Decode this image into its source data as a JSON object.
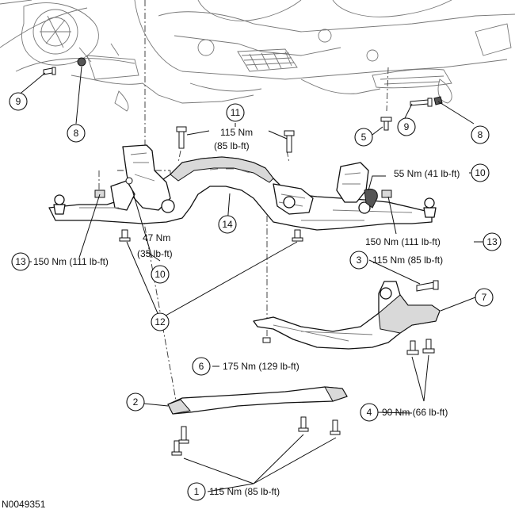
{
  "callouts": {
    "c1": {
      "num": "1",
      "text": "115 Nm (85 lb-ft)"
    },
    "c2": {
      "num": "2"
    },
    "c3": {
      "num": "3",
      "text": "115 Nm (85 lb-ft)"
    },
    "c4": {
      "num": "4",
      "text": "90 Nm (66 lb-ft)"
    },
    "c5": {
      "num": "5"
    },
    "c6": {
      "num": "6",
      "text": "175 Nm (129 lb-ft)"
    },
    "c7": {
      "num": "7"
    },
    "c8a": {
      "num": "8"
    },
    "c8b": {
      "num": "8"
    },
    "c9a": {
      "num": "9"
    },
    "c9b": {
      "num": "9"
    },
    "c10a": {
      "num": "10",
      "text_line1": "47 Nm",
      "text_line2": "(35 lb-ft)"
    },
    "c10b": {
      "num": "10",
      "text": "55 Nm (41 lb-ft)"
    },
    "c11": {
      "num": "11",
      "text_line1": "115 Nm",
      "text_line2": "(85 lb-ft)"
    },
    "c12": {
      "num": "12"
    },
    "c13a": {
      "num": "13",
      "text": "150 Nm (111 lb-ft)"
    },
    "c13b": {
      "num": "13",
      "text": "150 Nm (111 lb-ft)"
    },
    "c14": {
      "num": "14"
    }
  },
  "figure_id": "N0049351"
}
